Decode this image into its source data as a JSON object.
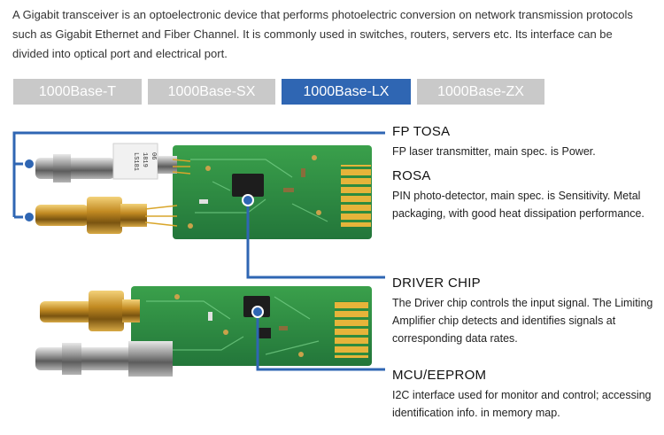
{
  "intro": "A Gigabit transceiver is an optoelectronic device that performs photoelectric conversion on network transmission protocols such as Gigabit Ethernet and Fiber Channel. It is commonly used in switches, routers, servers etc. Its interface can be divided into optical port and electrical port.",
  "tabs": [
    {
      "label": "1000Base-T",
      "active": false
    },
    {
      "label": "1000Base-SX",
      "active": false
    },
    {
      "label": "1000Base-LX",
      "active": true
    },
    {
      "label": "1000Base-ZX",
      "active": false
    }
  ],
  "colors": {
    "accent": "#2f66b3",
    "tab_inactive": "#c9c9c9",
    "pcb_green": "#2e8b3e",
    "gold": "#d9a62b"
  },
  "chip_marking": [
    "LS181",
    "1819",
    "06"
  ],
  "annotations": {
    "fp_tosa": {
      "title": "FP TOSA",
      "desc": "FP laser transmitter, main spec. is Power."
    },
    "rosa": {
      "title": "ROSA",
      "desc": "PIN photo-detector, main spec. is Sensitivity. Metal packaging, with good heat dissipation performance."
    },
    "driver_chip": {
      "title": "DRIVER CHIP",
      "desc": "The Driver chip controls the input signal. The Limiting Amplifier chip detects and identifies signals at corresponding data rates."
    },
    "mcu_eeprom": {
      "title": "MCU/EEPROM",
      "desc": "I2C interface used for monitor and control; accessing identification info. in memory map."
    }
  }
}
